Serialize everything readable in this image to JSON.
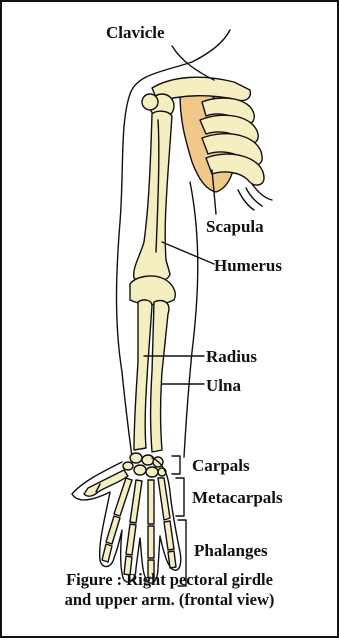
{
  "labels": {
    "clavicle": "Clavicle",
    "scapula": "Scapula",
    "humerus": "Humerus",
    "radius": "Radius",
    "ulna": "Ulna",
    "carpals": "Carpals",
    "metacarpals": "Metacarpals",
    "phalanges": "Phalanges"
  },
  "caption": {
    "line1": "Figure : Right pectoral girdle",
    "line2": "and upper arm. (frontal view)"
  },
  "colors": {
    "bone": "#f5eec1",
    "bone_shade": "#e6d89a",
    "scapula_shade": "#f0c98a",
    "outline": "#111111"
  }
}
